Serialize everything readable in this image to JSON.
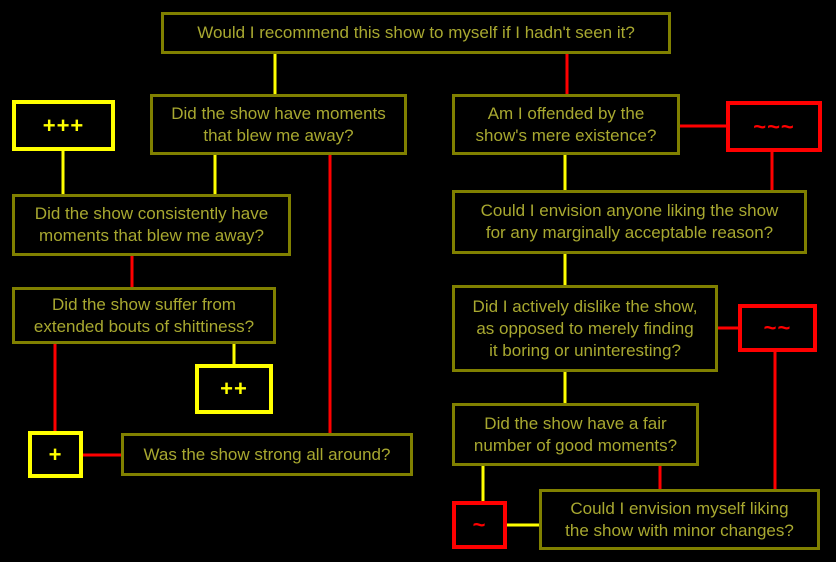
{
  "colors": {
    "background": "#000000",
    "question_border": "#808000",
    "question_text": "#a8a830",
    "yes": "#ffff00",
    "no": "#ff0000"
  },
  "questions": {
    "q_recommend": "Would I recommend this show to myself if I hadn't seen it?",
    "q_blew_away": "Did the show have moments\nthat blew me away?",
    "q_consistently": "Did the show consistently have\nmoments that blew me away?",
    "q_shittiness": "Did the show suffer from\nextended bouts of shittiness?",
    "q_strong": "Was the show strong all around?",
    "q_offended": "Am I offended by the\nshow's mere existence?",
    "q_envision_anyone": "Could I envision anyone liking the show\nfor any marginally acceptable reason?",
    "q_dislike": "Did I actively dislike the show,\nas opposed to merely finding\nit boring or uninteresting?",
    "q_fair_number": "Did the show have a fair\nnumber of good moments?",
    "q_minor_changes": "Could I envision myself liking\nthe show with minor changes?"
  },
  "ratings": {
    "r_plus3": "+++",
    "r_plus2": "++",
    "r_plus1": "+",
    "r_tilde3": "~~~",
    "r_tilde2": "~~",
    "r_tilde1": "~"
  }
}
